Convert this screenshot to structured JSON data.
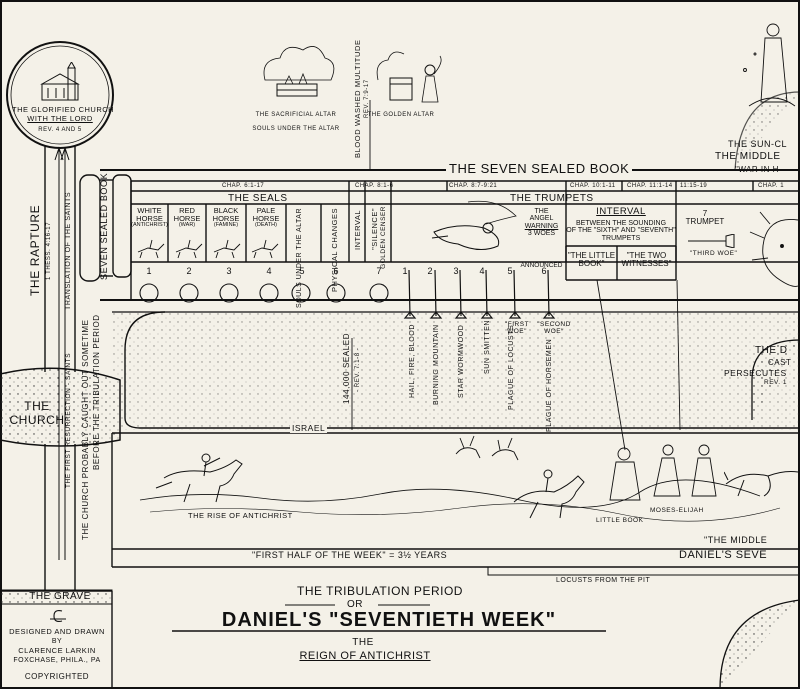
{
  "church": {
    "top_title": [
      "The Glorified Church",
      "With The Lord"
    ],
    "top_ref": "Rev. 4 and 5",
    "rapture": "The Rapture",
    "rapture_ref": "1 Thess. 4:16-17",
    "translation": "Translation Of The Saints",
    "first_resurrection": "The First Resurrection - Saints",
    "church_caught_out": "The Church Probably Caught Out Sometime",
    "before_tribulation": "Before The Tribulation Period",
    "church_label": [
      "The",
      "Church"
    ],
    "grave": "The Grave"
  },
  "book": {
    "title": "The Seven Sealed Book",
    "scroll_label": "Seven Sealed Book",
    "chapters": [
      "Chap. 6:1-17",
      "Chap. 8:1-6",
      "Chap. 8:7-9:21",
      "Chap. 10:1-11",
      "Chap. 11:1-14",
      "11:15-19",
      "Chap. 1"
    ]
  },
  "seals": {
    "header": "The Seals",
    "items": [
      {
        "label": [
          "White",
          "Horse",
          "(Antichrist)"
        ],
        "num": "1"
      },
      {
        "label": [
          "Red",
          "Horse",
          "(War)"
        ],
        "num": "2"
      },
      {
        "label": [
          "Black",
          "Horse",
          "(Famine)"
        ],
        "num": "3"
      },
      {
        "label": [
          "Pale",
          "Horse",
          "(Death)"
        ],
        "num": "4"
      },
      {
        "label": "Souls Under The Altar",
        "num": "5"
      },
      {
        "label": "Physical Changes",
        "num": "6"
      },
      {
        "label": "Interval",
        "num": ""
      },
      {
        "label": "\"Silence\"",
        "num": "7"
      }
    ],
    "golden_censer": "Golden Censer"
  },
  "trumpets": {
    "header": "The Trumpets",
    "angel_warning": [
      "The",
      "Angel",
      "Warning",
      "3 Woes",
      "Announced"
    ],
    "interval": "Interval",
    "interval_desc": [
      "Between The Sounding",
      "Of The \"Sixth\" and \"Seventh\"",
      "Trumpets"
    ],
    "little_book": [
      "\"The Little",
      "Book\""
    ],
    "two_witnesses": [
      "\"The Two",
      "Witnesses\""
    ],
    "seventh": [
      "7",
      "Trumpet"
    ],
    "third_woe": "\"Third Woe\"",
    "nums": [
      "1",
      "2",
      "3",
      "4",
      "5",
      "6"
    ],
    "plagues": [
      "Hail, Fire, Blood",
      "Burning Mountain",
      "Star Wormwood",
      "Sun Smitten",
      "Plague Of Locusts",
      "Plague Of Horsemen"
    ],
    "woes": [
      "\"First Woe\"",
      "\"Second Woe\""
    ]
  },
  "upper": {
    "sacrificial_altar": "The Sacrificial Altar",
    "souls_under": "Souls Under The Altar",
    "blood_washed": "Blood Washed Multitude",
    "blood_washed_ref": "Rev. 7:9-17",
    "golden_altar": "The Golden Altar",
    "sun_clothed": "The Sun-Cl",
    "middle": "The Middle",
    "war_in": "\"War In H"
  },
  "middle": {
    "sealed": "144,000 Sealed",
    "sealed_ref": "- Rev. 7:1-8 -",
    "israel": "Israel",
    "right_d": "The D",
    "right_cast": "Cast",
    "right_persecutes": "Persecutes",
    "right_rev": "Rev. 1"
  },
  "lower": {
    "rise": "The Rise Of Antichrist",
    "little_book": "Little Book",
    "moses_elijah": "Moses-Elijah",
    "middle_of": "\"The Middle",
    "first_half": "\"First Half Of The Week\" = 3½ Years",
    "daniels_seventieth": "Daniel's Seve",
    "locusts": "Locusts From The Pit"
  },
  "footer": {
    "line1": "The Tribulation Period",
    "or": "Or",
    "main": "Daniel's \"Seventieth Week\"",
    "the": "The",
    "reign": "Reign Of Antichrist",
    "designed": "Designed and Drawn",
    "by": "By",
    "author": "Clarence Larkin",
    "place": "Foxchase, Phila., Pa",
    "copyright": "Copyrighted"
  },
  "colors": {
    "ink": "#111111",
    "paper": "#f4f1e8"
  }
}
